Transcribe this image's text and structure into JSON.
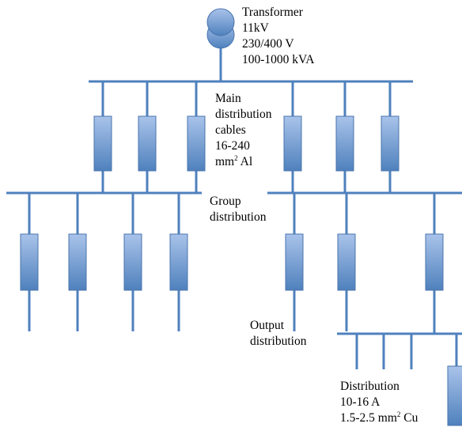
{
  "colors": {
    "line": "#4f81bd",
    "fuse_fill_top": "#a9c3ea",
    "fuse_fill_bottom": "#4f81bd",
    "fuse_stroke": "#4a74ad"
  },
  "labels": {
    "transformer": {
      "line1": "Transformer",
      "line2": "11kV",
      "line3": "230/400 V",
      "line4": "100-1000 kVA"
    },
    "main_cables": {
      "line1": "Main",
      "line2": "distribution",
      "line3": "cables",
      "line4": "16-240",
      "line5_pre": "mm",
      "line5_sup": "2",
      "line5_post": " Al"
    },
    "group": {
      "line1": "Group",
      "line2": "distribution"
    },
    "output": {
      "line1": "Output",
      "line2": "distribution"
    },
    "distribution": {
      "line1": "Distribution",
      "line2": "10-16 A",
      "line3_pre": "1.5-2.5 mm",
      "line3_sup": "2",
      "line3_post": " Cu"
    }
  }
}
